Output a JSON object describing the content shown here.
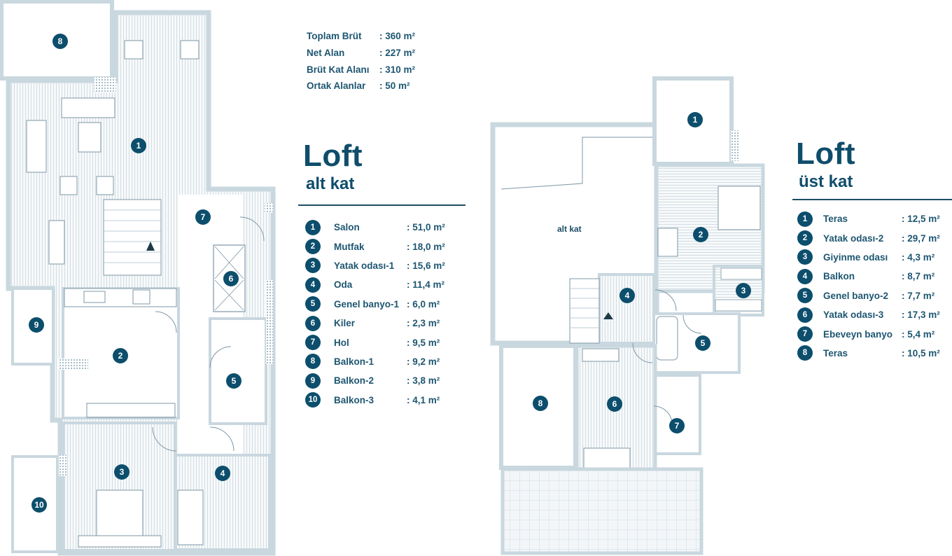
{
  "summary": [
    {
      "label": "Toplam Brüt",
      "value": ": 360 m²"
    },
    {
      "label": "Net Alan",
      "value": ": 227 m²"
    },
    {
      "label": "Brüt Kat Alanı",
      "value": ": 310 m²"
    },
    {
      "label": "Ortak Alanlar",
      "value": ": 50 m²"
    }
  ],
  "left": {
    "title": "Loft",
    "subtitle": "alt kat",
    "rooms": [
      {
        "num": "1",
        "name": "Salon",
        "area": ": 51,0 m²"
      },
      {
        "num": "2",
        "name": "Mutfak",
        "area": ": 18,0 m²"
      },
      {
        "num": "3",
        "name": "Yatak odası-1",
        "area": ": 15,6 m²"
      },
      {
        "num": "4",
        "name": "Oda",
        "area": ": 11,4 m²"
      },
      {
        "num": "5",
        "name": "Genel banyo-1",
        "area": ": 6,0 m²"
      },
      {
        "num": "6",
        "name": "Kiler",
        "area": ": 2,3 m²"
      },
      {
        "num": "7",
        "name": "Hol",
        "area": ": 9,5 m²"
      },
      {
        "num": "8",
        "name": "Balkon-1",
        "area": ": 9,2 m²"
      },
      {
        "num": "9",
        "name": "Balkon-2",
        "area": ": 3,8 m²"
      },
      {
        "num": "10",
        "name": "Balkon-3",
        "area": ": 4,1 m²"
      }
    ]
  },
  "right": {
    "title": "Loft",
    "subtitle": "üst kat",
    "plan_label": "alt kat",
    "rooms": [
      {
        "num": "1",
        "name": "Teras",
        "area": ": 12,5 m²"
      },
      {
        "num": "2",
        "name": "Yatak odası-2",
        "area": ": 29,7 m²"
      },
      {
        "num": "3",
        "name": "Giyinme odası",
        "area": ": 4,3 m²"
      },
      {
        "num": "4",
        "name": "Balkon",
        "area": ": 8,7 m²"
      },
      {
        "num": "5",
        "name": "Genel banyo-2",
        "area": ": 7,7 m²"
      },
      {
        "num": "6",
        "name": "Yatak odası-3",
        "area": ": 17,3 m²"
      },
      {
        "num": "7",
        "name": "Ebeveyn banyo",
        "area": ": 5,4 m²"
      },
      {
        "num": "8",
        "name": "Teras",
        "area": ": 10,5 m²"
      }
    ]
  },
  "colors": {
    "accent": "#0c4e6c",
    "wall": "#c9d7df",
    "line": "#7e97a6"
  }
}
